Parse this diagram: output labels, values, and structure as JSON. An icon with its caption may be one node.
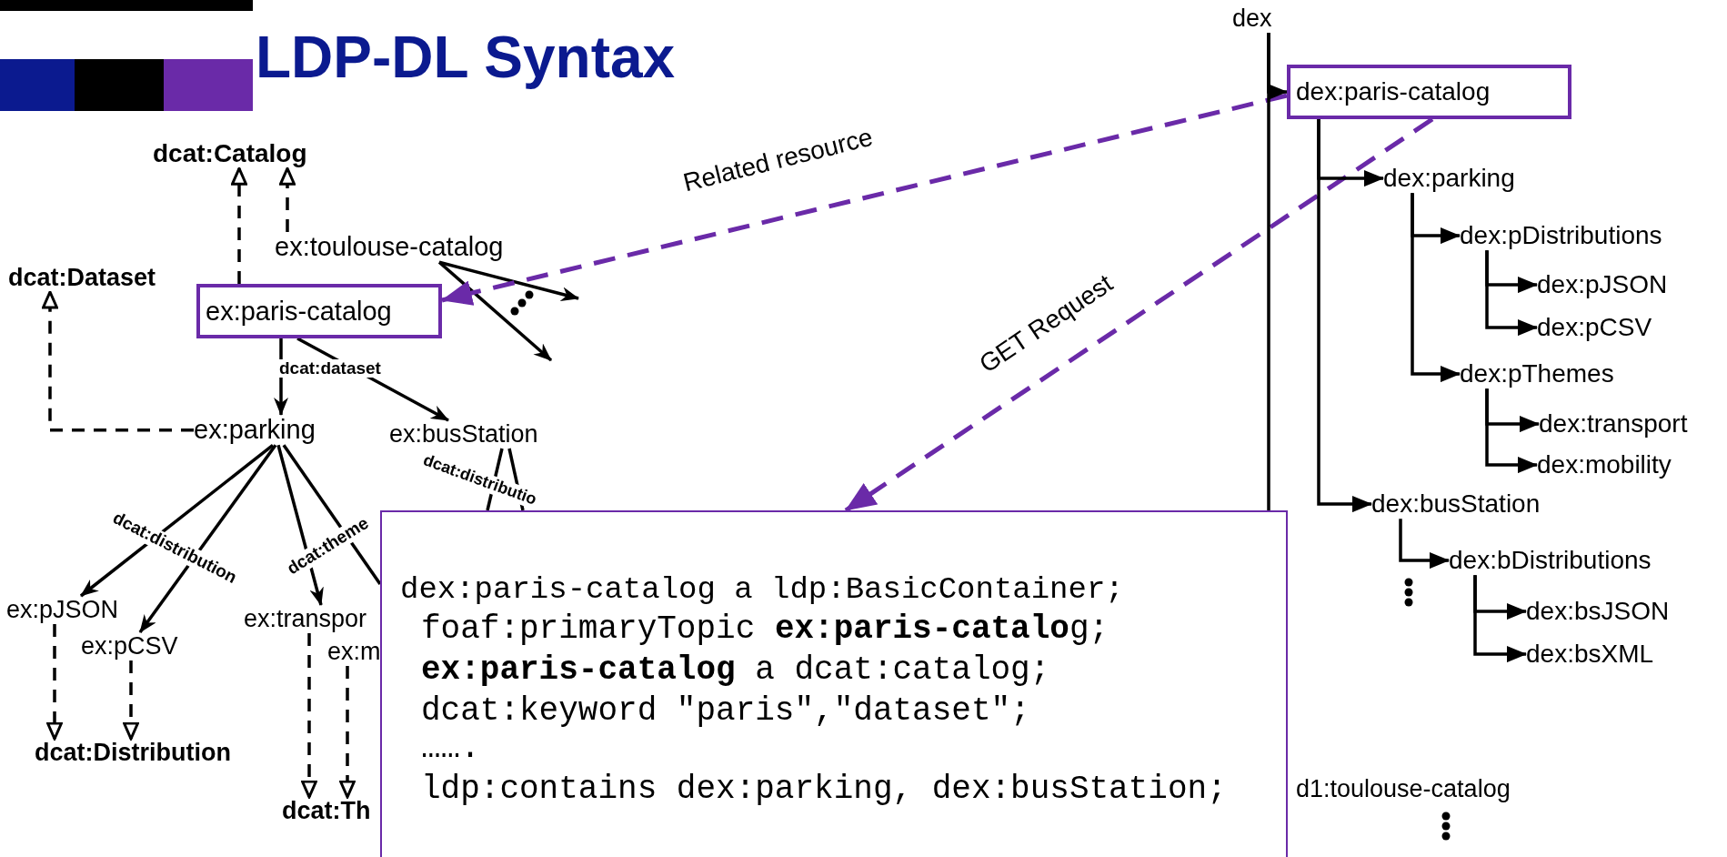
{
  "diagram": {
    "title": "LDP-DL Syntax",
    "nodes": [
      {
        "text": [
          "dcat:Catalog"
        ]
      },
      {
        "text": [
          "ex:toulouse-catalog"
        ]
      },
      {
        "text": [
          "dcat:Dataset"
        ]
      },
      {
        "text": [
          "ex:paris-catalog"
        ]
      },
      {
        "text": [
          "ex:parking"
        ]
      },
      {
        "text": [
          "ex:busStation"
        ]
      },
      {
        "text": [
          "ex:pJSON"
        ]
      },
      {
        "text": [
          "ex:pCSV"
        ]
      },
      {
        "text": [
          "ex:transpor"
        ]
      },
      {
        "text": [
          "ex:m"
        ]
      },
      {
        "text": [
          "dcat:Distribution"
        ]
      },
      {
        "text": [
          "dcat:Th"
        ]
      },
      {
        "text": [
          "dex"
        ]
      },
      {
        "text": [
          "dex:paris-catalog"
        ]
      },
      {
        "text": [
          "dex:parking"
        ]
      },
      {
        "text": [
          "dex:pDistributions"
        ]
      },
      {
        "text": [
          "dex:pJSON"
        ]
      },
      {
        "text": [
          "dex:pCSV"
        ]
      },
      {
        "text": [
          "dex:pThemes"
        ]
      },
      {
        "text": [
          "dex:transport"
        ]
      },
      {
        "text": [
          "dex:mobility"
        ]
      },
      {
        "text": [
          "dex:busStation"
        ]
      },
      {
        "text": [
          "dex:bDistributions"
        ]
      },
      {
        "text": [
          "dex:bsJSON"
        ]
      },
      {
        "text": [
          "dex:bsXML"
        ]
      },
      {
        "text": [
          "d1:toulouse-catalog"
        ]
      },
      {
        "text": [
          "dex:paris-catalog a ldp:BasicContainer;",
          "foaf:primaryTopic **ex:paris-catalo**g;",
          "**ex:paris-catalog** a dcat:catalog;",
          "dcat:keyword \"paris\",\"dataset\";",
          "…….",
          "ldp:contains dex:parking, dex:busStation;"
        ]
      }
    ],
    "edges": [
      {
        "from": 3,
        "to": 0,
        "arrow": "to",
        "style": "dashed"
      },
      {
        "from": 1,
        "to": 0,
        "arrow": "to",
        "style": "dashed"
      },
      {
        "from": 4,
        "to": 2,
        "arrow": "to",
        "style": "dashed"
      },
      {
        "from": 3,
        "to": 4,
        "arrow": "to",
        "label": "dcat:dataset"
      },
      {
        "from": 3,
        "to": 5,
        "arrow": "to"
      },
      {
        "from": 1,
        "to": null,
        "arrow": "to"
      },
      {
        "from": 1,
        "to": null,
        "arrow": "to"
      },
      {
        "from": 4,
        "to": 6,
        "arrow": "to",
        "label": "dcat:distribution"
      },
      {
        "from": 4,
        "to": 7,
        "arrow": "to"
      },
      {
        "from": 4,
        "to": 8,
        "arrow": "to",
        "label": "dcat:theme"
      },
      {
        "from": 4,
        "to": 26,
        "arrow": "none"
      },
      {
        "from": 6,
        "to": 10,
        "arrow": "to",
        "style": "dashed"
      },
      {
        "from": 7,
        "to": 10,
        "arrow": "to",
        "style": "dashed"
      },
      {
        "from": 8,
        "to": 11,
        "arrow": "to",
        "style": "dashed"
      },
      {
        "from": 9,
        "to": 11,
        "arrow": "to",
        "style": "dashed"
      },
      {
        "from": 5,
        "to": 26,
        "arrow": "none",
        "label": "dcat:distributio"
      },
      {
        "from": 5,
        "to": 26,
        "arrow": "none"
      },
      {
        "from": 13,
        "to": 3,
        "arrow": "to",
        "label": "Related resource",
        "style": "dashed",
        "color": "#6a2aa8"
      },
      {
        "from": 13,
        "to": 26,
        "arrow": "to",
        "label": "GET Request",
        "style": "dashed",
        "color": "#6a2aa8"
      },
      {
        "from": 12,
        "to": 13,
        "arrow": "to"
      },
      {
        "from": 12,
        "to": 26,
        "arrow": "none"
      },
      {
        "from": 13,
        "to": 14,
        "arrow": "to"
      },
      {
        "from": 13,
        "to": 21,
        "arrow": "to"
      },
      {
        "from": 14,
        "to": 15,
        "arrow": "to"
      },
      {
        "from": 14,
        "to": 18,
        "arrow": "to"
      },
      {
        "from": 15,
        "to": 16,
        "arrow": "to"
      },
      {
        "from": 15,
        "to": 17,
        "arrow": "to"
      },
      {
        "from": 18,
        "to": 19,
        "arrow": "to"
      },
      {
        "from": 18,
        "to": 20,
        "arrow": "to"
      },
      {
        "from": 21,
        "to": 22,
        "arrow": "to"
      },
      {
        "from": 22,
        "to": 23,
        "arrow": "to"
      },
      {
        "from": 22,
        "to": 24,
        "arrow": "to"
      }
    ]
  }
}
